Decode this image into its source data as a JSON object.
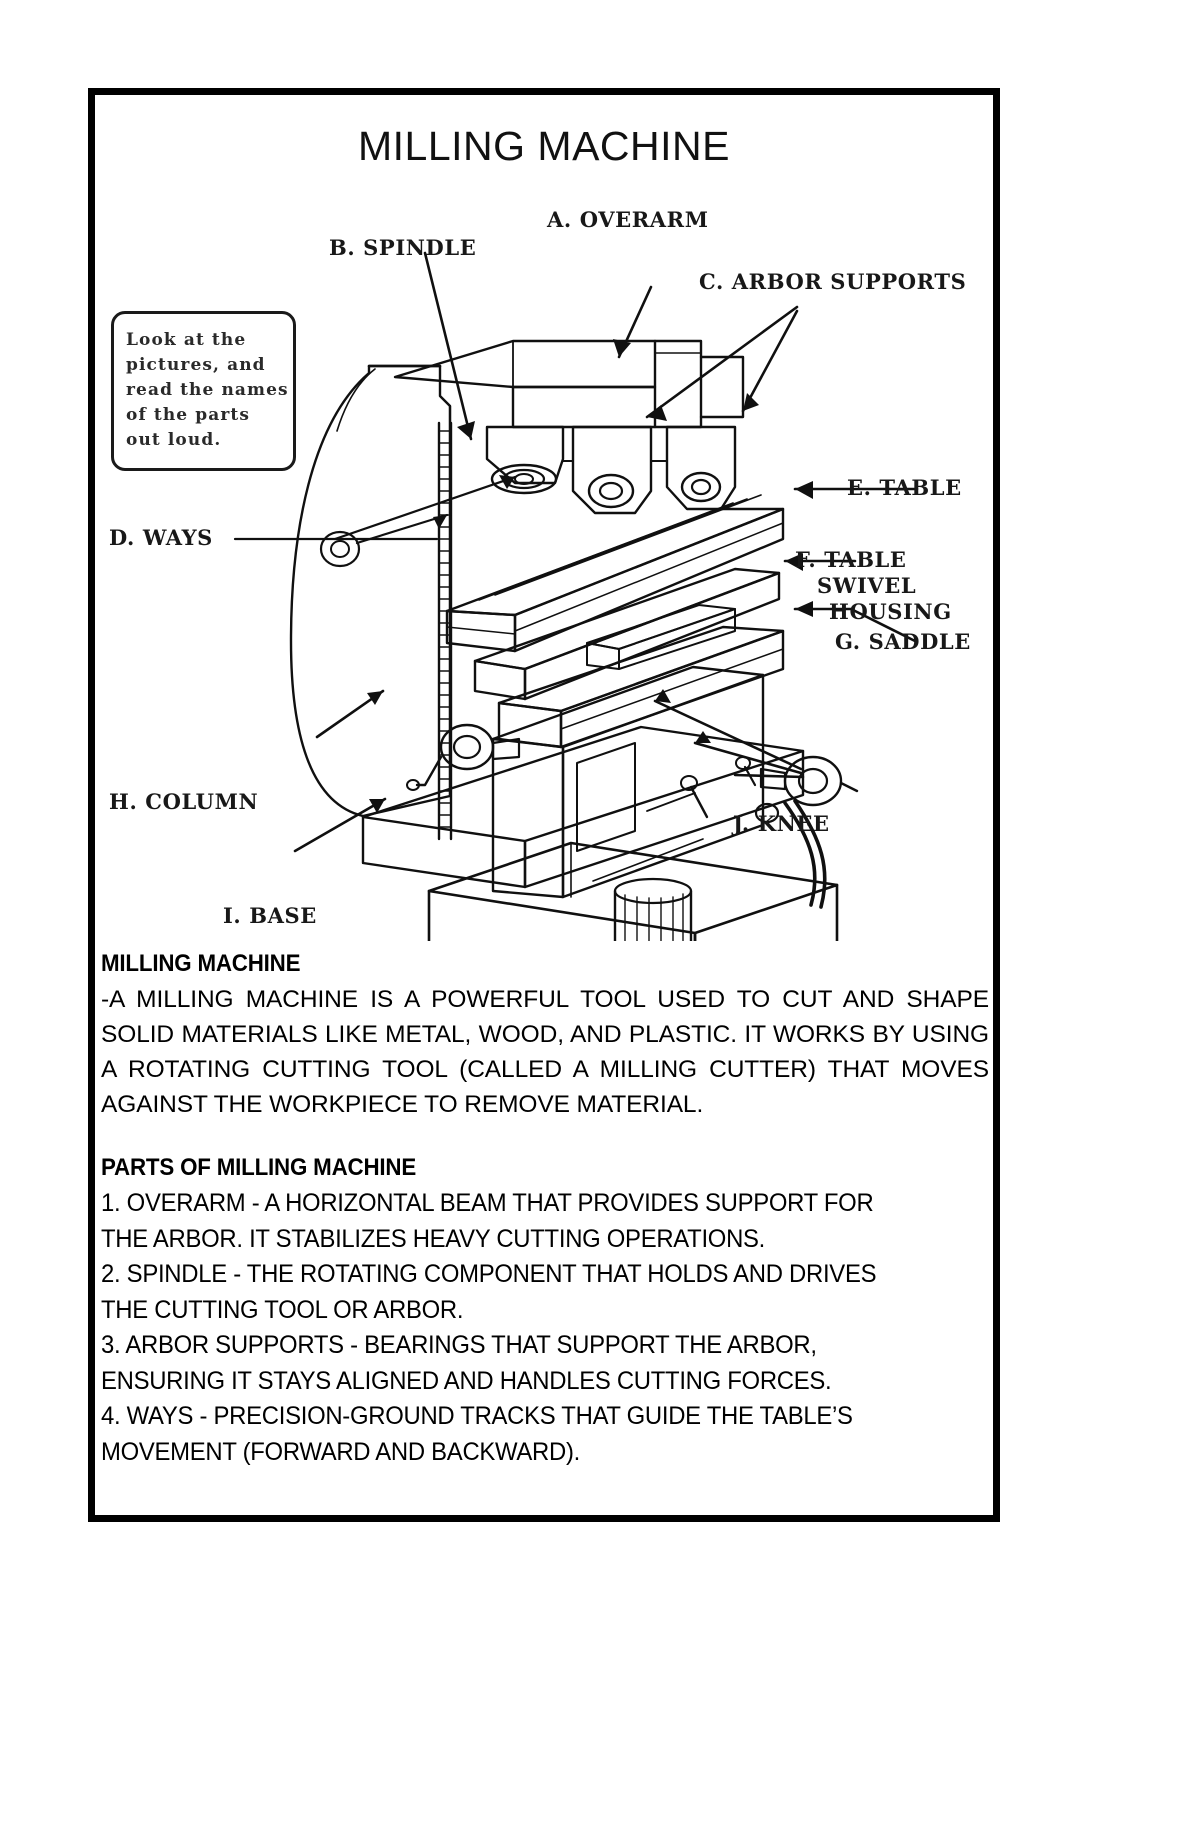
{
  "document": {
    "title": "MILLING MACHINE"
  },
  "callout": {
    "name": "instruction-callout",
    "lines": [
      "Look at the",
      "pictures, and",
      "read the names",
      "of the parts",
      "out loud."
    ]
  },
  "diagram": {
    "alt": "Line drawing of a horizontal milling machine with lettered part callouts",
    "labels": [
      {
        "key": "A",
        "text": "A. OVERARM"
      },
      {
        "key": "B",
        "text": "B. SPINDLE"
      },
      {
        "key": "C",
        "text": "C. ARBOR SUPPORTS"
      },
      {
        "key": "D",
        "text": "D. WAYS"
      },
      {
        "key": "E",
        "text": "E. TABLE"
      },
      {
        "key": "F",
        "text": "F. TABLE",
        "text2": "SWIVEL",
        "text3": "HOUSING"
      },
      {
        "key": "G",
        "text": "G. SADDLE"
      },
      {
        "key": "H",
        "text": "H. COLUMN"
      },
      {
        "key": "I",
        "text": "I. BASE"
      },
      {
        "key": "J",
        "text": "J. KNEE"
      }
    ]
  },
  "content": {
    "definition_heading": "MILLING MACHINE",
    "definition_body": "-A MILLING MACHINE IS A POWERFUL TOOL USED TO CUT AND SHAPE SOLID MATERIALS LIKE METAL, WOOD, AND PLASTIC. IT WORKS BY USING A ROTATING CUTTING TOOL (CALLED A MILLING CUTTER) THAT MOVES AGAINST THE WORKPIECE TO REMOVE MATERIAL.",
    "parts_heading": "PARTS OF MILLING MACHINE",
    "parts": [
      "1. OVERARM - A HORIZONTAL BEAM THAT PROVIDES SUPPORT FOR\nTHE ARBOR. IT STABILIZES HEAVY CUTTING OPERATIONS.",
      "2. SPINDLE - THE ROTATING COMPONENT THAT HOLDS AND DRIVES\nTHE CUTTING TOOL OR ARBOR.",
      "3. ARBOR SUPPORTS - BEARINGS THAT SUPPORT THE ARBOR,\nENSURING IT STAYS ALIGNED AND HANDLES CUTTING FORCES.",
      "4. WAYS - PRECISION-GROUND TRACKS THAT GUIDE THE TABLE’S\nMOVEMENT (FORWARD AND BACKWARD)."
    ]
  },
  "colors": {
    "ink": "#000000",
    "paper": "#ffffff",
    "frame": "#000000"
  }
}
